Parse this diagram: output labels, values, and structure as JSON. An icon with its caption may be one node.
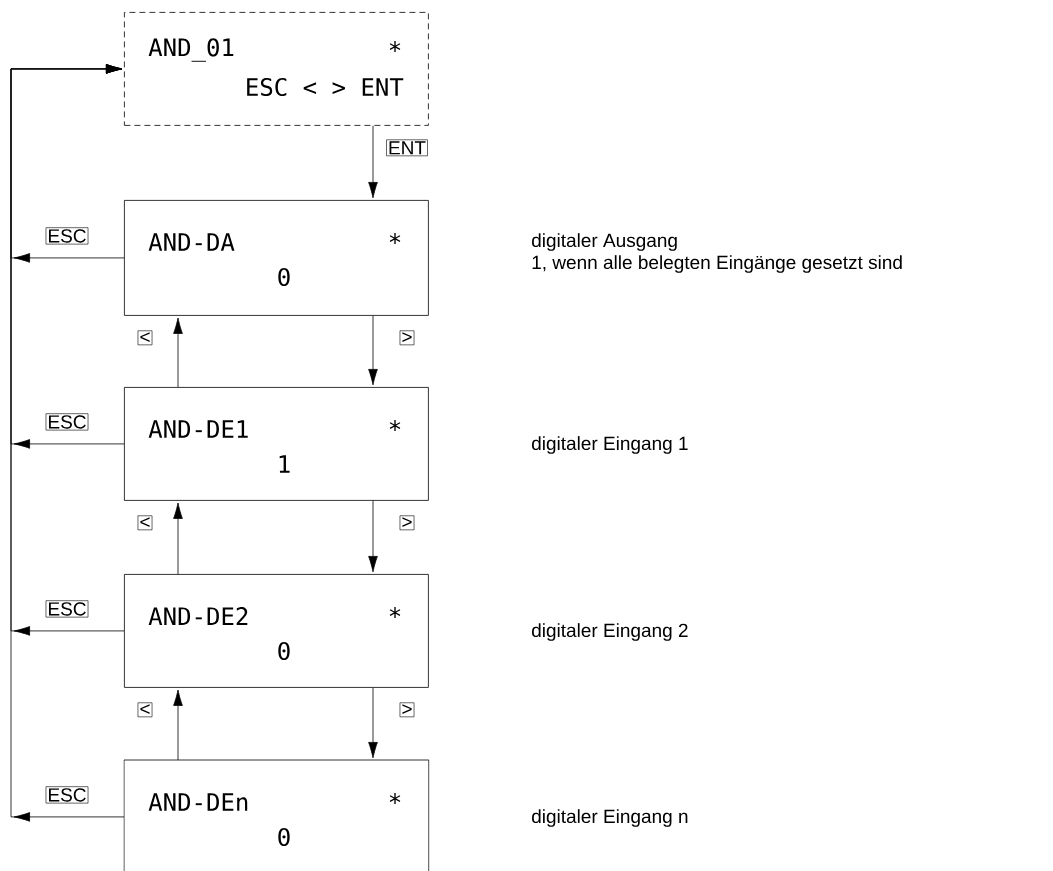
{
  "diagram": {
    "nodes": [
      {
        "text": [
          "AND_01",
          "*",
          "ESC < > ENT"
        ]
      },
      {
        "text": [
          "AND-DA",
          "*",
          "0"
        ]
      },
      {
        "text": [
          "AND-DE1",
          "*",
          "1"
        ]
      },
      {
        "text": [
          "AND-DE2",
          "*",
          "0"
        ]
      },
      {
        "text": [
          "AND-DEn",
          "*",
          "0"
        ]
      }
    ],
    "labels": [
      "digitaler Ausgang",
      "1, wenn alle belegten Eingänge gesetzt sind",
      "digitaler Eingang 1",
      "digitaler Eingang 2",
      "digitaler Eingang n"
    ],
    "edges": [
      {
        "from": 0,
        "to": 1,
        "arrow": "to",
        "label": "ENT"
      },
      {
        "from": 1,
        "to": 2,
        "arrow": "to",
        "label": ">"
      },
      {
        "from": 2,
        "to": 1,
        "arrow": "to",
        "label": "<"
      },
      {
        "from": 2,
        "to": 3,
        "arrow": "to",
        "label": ">"
      },
      {
        "from": 3,
        "to": 2,
        "arrow": "to",
        "label": "<"
      },
      {
        "from": 3,
        "to": 4,
        "arrow": "to",
        "label": ">"
      },
      {
        "from": 4,
        "to": 3,
        "arrow": "to",
        "label": "<"
      },
      {
        "from": 1,
        "to": 0,
        "arrow": "to",
        "label": "ESC"
      },
      {
        "from": 2,
        "to": 0,
        "arrow": "to",
        "label": "ESC"
      },
      {
        "from": 3,
        "to": 0,
        "arrow": "to",
        "label": "ESC"
      },
      {
        "from": 4,
        "to": 0,
        "arrow": "to",
        "label": "ESC"
      }
    ]
  }
}
